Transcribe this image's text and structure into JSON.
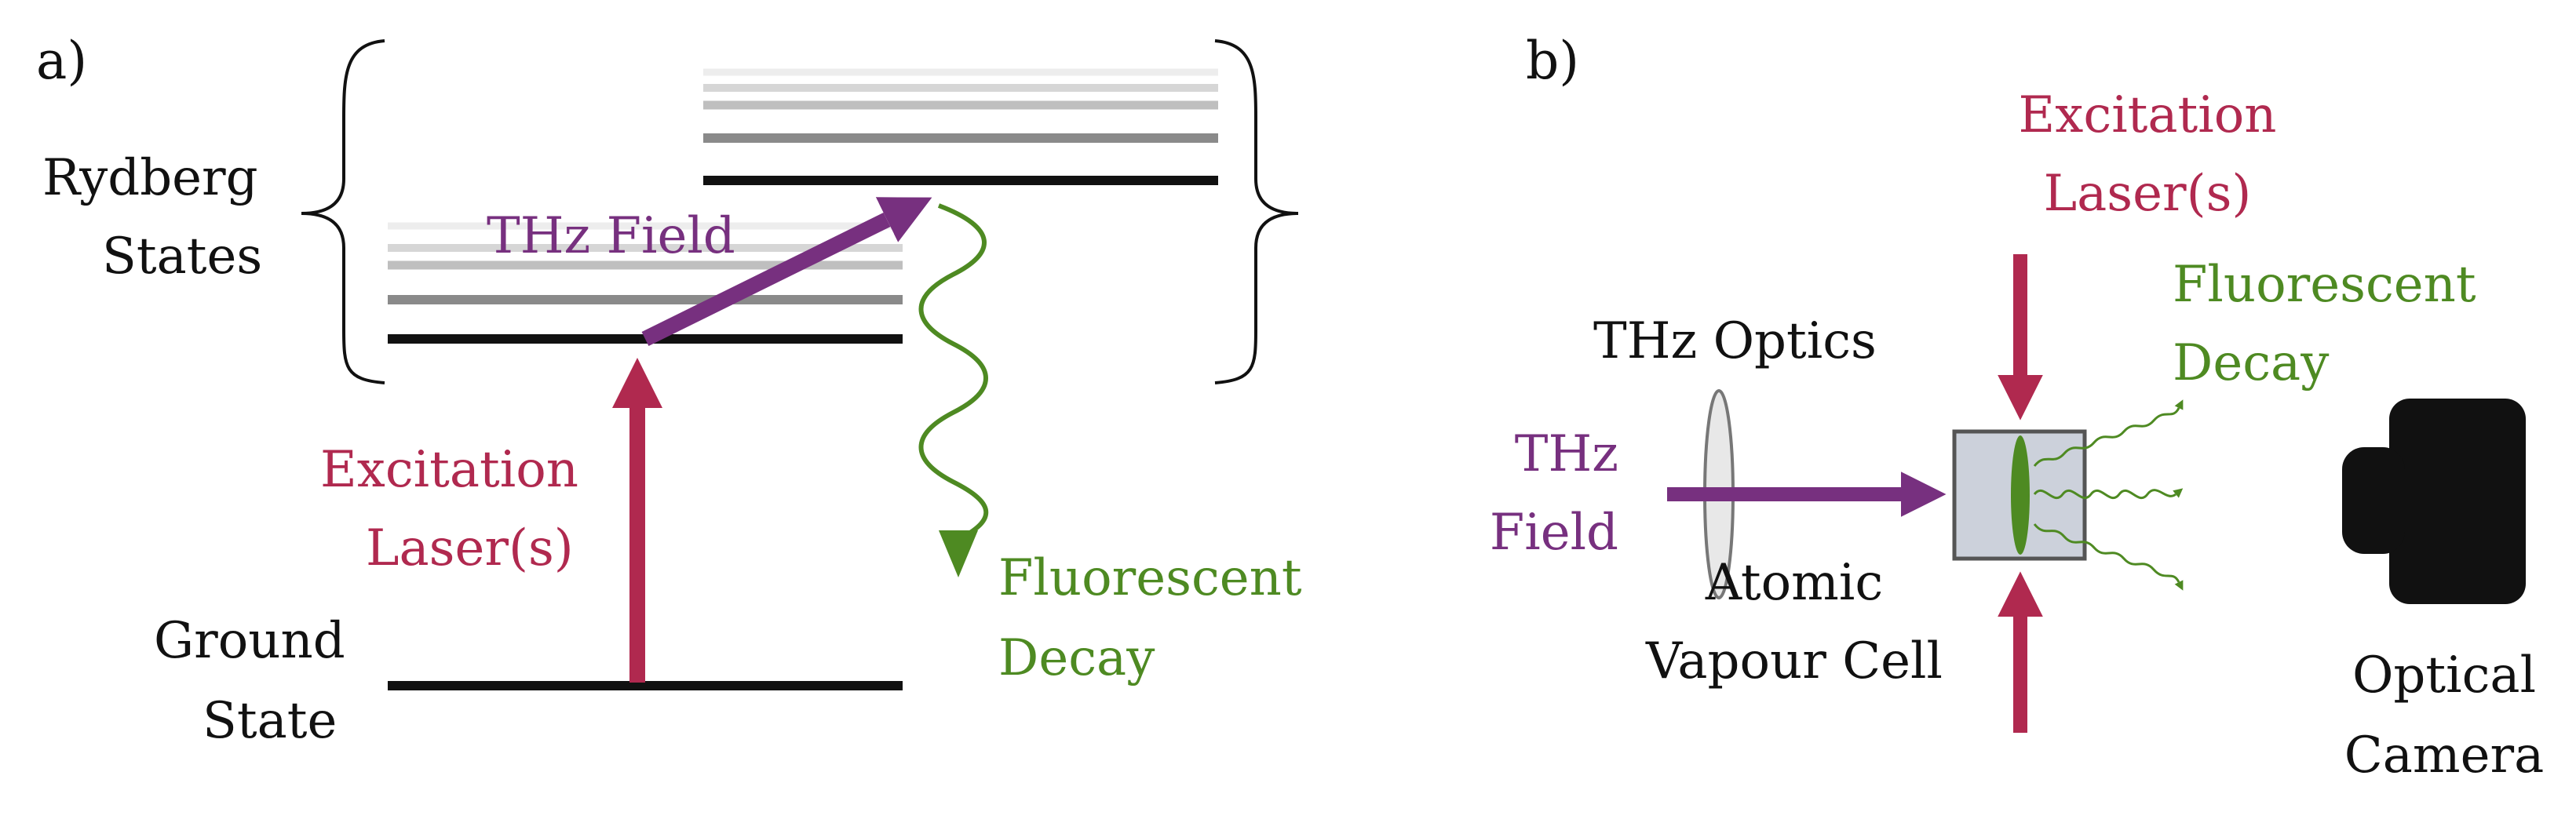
{
  "panel_a": {
    "panel_label": "a)",
    "rydberg_label": [
      "Rydberg",
      "States"
    ],
    "ground_label": [
      "Ground",
      "State"
    ],
    "thz_label": "THz Field",
    "excitation_label": [
      "Excitation",
      "Laser(s)"
    ],
    "fluorescent_label": [
      "Fluorescent",
      "Decay"
    ]
  },
  "panel_b": {
    "panel_label": "b)",
    "excitation_label": [
      "Excitation",
      "Laser(s)"
    ],
    "fluorescent_label": [
      "Fluorescent",
      "Decay"
    ],
    "thz_optics_label": "THz Optics",
    "thz_field_label": [
      "THz",
      "Field"
    ],
    "vapour_cell_label": [
      "Atomic",
      "Vapour Cell"
    ],
    "camera_label": [
      "Optical",
      "Camera"
    ]
  },
  "colors": {
    "laser": "#b0294f",
    "thz": "#77307f",
    "fluorescence": "#4e8a22",
    "ink": "#111111",
    "cell_fill": "#ccd1db"
  }
}
